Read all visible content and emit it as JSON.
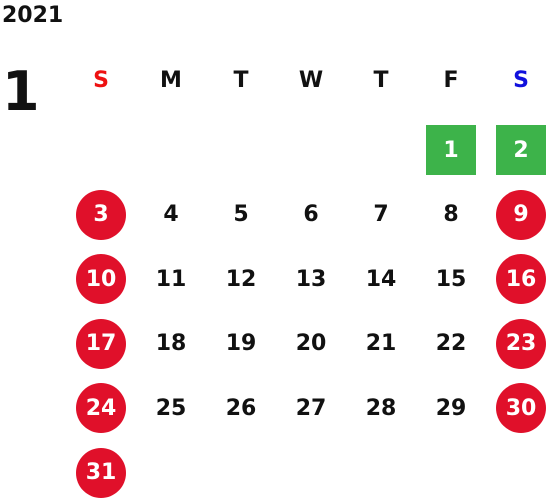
{
  "calendar": {
    "year": "2021",
    "month": "1",
    "colors": {
      "sunday_header": "#ee1111",
      "saturday_header": "#1111dd",
      "weekday_header": "#111111",
      "holiday_circle": "#e0102a",
      "green_box": "#3db34a",
      "normal_text": "#111111"
    },
    "weekdays": [
      {
        "label": "S",
        "kind": "sunday"
      },
      {
        "label": "M",
        "kind": "weekday"
      },
      {
        "label": "T",
        "kind": "weekday"
      },
      {
        "label": "W",
        "kind": "weekday"
      },
      {
        "label": "T",
        "kind": "weekday"
      },
      {
        "label": "F",
        "kind": "weekday"
      },
      {
        "label": "S",
        "kind": "saturday"
      }
    ],
    "weeks": [
      [
        null,
        null,
        null,
        null,
        null,
        {
          "day": "1",
          "style": "green"
        },
        {
          "day": "2",
          "style": "green"
        }
      ],
      [
        {
          "day": "3",
          "style": "red"
        },
        {
          "day": "4",
          "style": "normal"
        },
        {
          "day": "5",
          "style": "normal"
        },
        {
          "day": "6",
          "style": "normal"
        },
        {
          "day": "7",
          "style": "normal"
        },
        {
          "day": "8",
          "style": "normal"
        },
        {
          "day": "9",
          "style": "red"
        }
      ],
      [
        {
          "day": "10",
          "style": "red"
        },
        {
          "day": "11",
          "style": "normal"
        },
        {
          "day": "12",
          "style": "normal"
        },
        {
          "day": "13",
          "style": "normal"
        },
        {
          "day": "14",
          "style": "normal"
        },
        {
          "day": "15",
          "style": "normal"
        },
        {
          "day": "16",
          "style": "red"
        }
      ],
      [
        {
          "day": "17",
          "style": "red"
        },
        {
          "day": "18",
          "style": "normal"
        },
        {
          "day": "19",
          "style": "normal"
        },
        {
          "day": "20",
          "style": "normal"
        },
        {
          "day": "21",
          "style": "normal"
        },
        {
          "day": "22",
          "style": "normal"
        },
        {
          "day": "23",
          "style": "red"
        }
      ],
      [
        {
          "day": "24",
          "style": "red"
        },
        {
          "day": "25",
          "style": "normal"
        },
        {
          "day": "26",
          "style": "normal"
        },
        {
          "day": "27",
          "style": "normal"
        },
        {
          "day": "28",
          "style": "normal"
        },
        {
          "day": "29",
          "style": "normal"
        },
        {
          "day": "30",
          "style": "red"
        }
      ],
      [
        {
          "day": "31",
          "style": "red"
        },
        null,
        null,
        null,
        null,
        null,
        null
      ]
    ]
  }
}
